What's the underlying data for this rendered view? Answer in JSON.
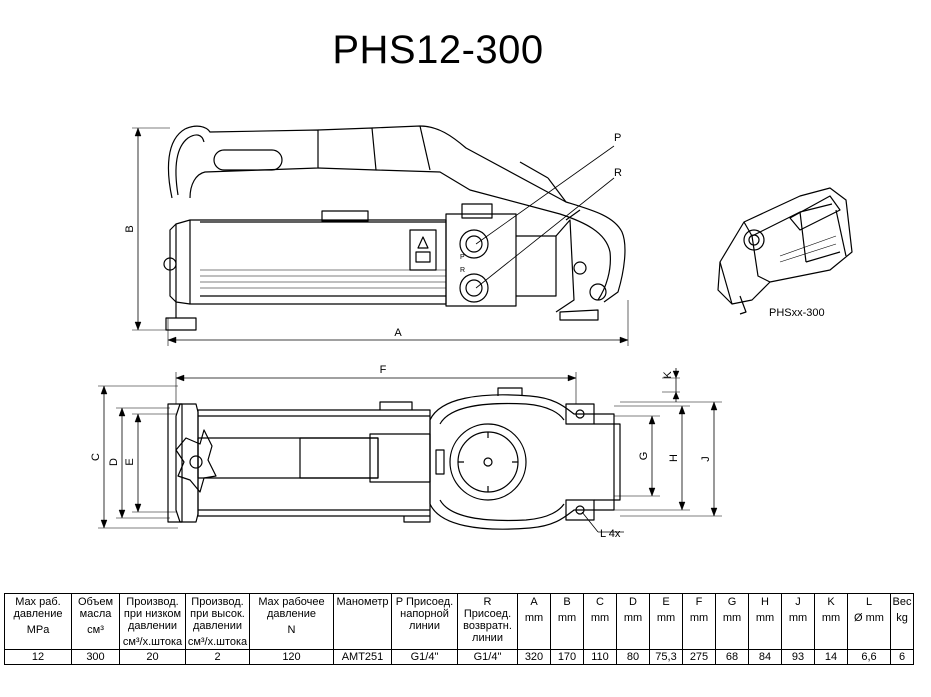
{
  "title": "PHS12-300",
  "labels": {
    "A": "A",
    "B": "B",
    "C": "C",
    "D": "D",
    "E": "E",
    "F": "F",
    "G": "G",
    "H": "H",
    "J": "J",
    "K": "K",
    "L": "L 4x",
    "P": "P",
    "R": "R",
    "inset_caption": "PHSxx-300"
  },
  "table": {
    "columns": [
      {
        "header": "Max раб. давление",
        "unit": "MPa",
        "value": "12"
      },
      {
        "header": "Объем масла",
        "unit": "см³",
        "value": "300"
      },
      {
        "header": "Производ. при низком давлении",
        "unit": "см³/х.штока",
        "value": "20"
      },
      {
        "header": "Производ. при высок. давлении",
        "unit": "см³/х.штока",
        "value": "2"
      },
      {
        "header": "Max рабочее давление",
        "unit": "N",
        "value": "120"
      },
      {
        "header": "Манометр",
        "unit": "",
        "value": "AMT251"
      },
      {
        "header": "P Присоед. напорной линии",
        "unit": "",
        "value": "G1/4\""
      },
      {
        "header": "R Присоед. возвратн. линии",
        "unit": "",
        "value": "G1/4\""
      },
      {
        "header": "A",
        "unit": "mm",
        "value": "320"
      },
      {
        "header": "B",
        "unit": "mm",
        "value": "170"
      },
      {
        "header": "C",
        "unit": "mm",
        "value": "110"
      },
      {
        "header": "D",
        "unit": "mm",
        "value": "80"
      },
      {
        "header": "E",
        "unit": "mm",
        "value": "75,3"
      },
      {
        "header": "F",
        "unit": "mm",
        "value": "275"
      },
      {
        "header": "G",
        "unit": "mm",
        "value": "68"
      },
      {
        "header": "H",
        "unit": "mm",
        "value": "84"
      },
      {
        "header": "J",
        "unit": "mm",
        "value": "93"
      },
      {
        "header": "K",
        "unit": "mm",
        "value": "14"
      },
      {
        "header": "L",
        "unit": "Ø mm",
        "value": "6,6"
      },
      {
        "header": "Вес",
        "unit": "kg",
        "value": "6"
      }
    ]
  }
}
